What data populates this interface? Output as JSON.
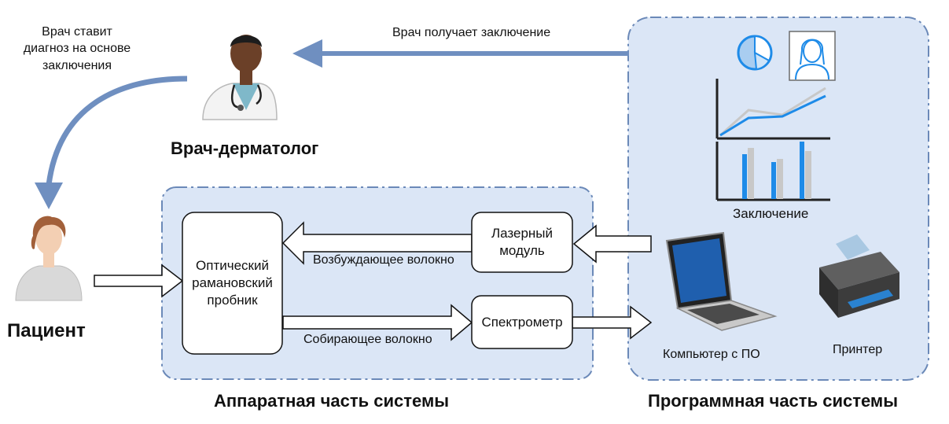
{
  "doctor": {
    "action": "Врач ставит диагноз на основе заключения",
    "action_lines": [
      "Врач ставит",
      "диагноз на основе",
      "заключения"
    ],
    "title": "Врач-дерматолог",
    "receives": "Врач получает заключение"
  },
  "patient": {
    "title": "Пациент"
  },
  "hardware": {
    "title": "Аппаратная часть системы",
    "probe": "Оптический рамановский пробник",
    "probe_lines": [
      "Оптический",
      "рамановский",
      "пробник"
    ],
    "laser": "Лазерный модуль",
    "laser_lines": [
      "Лазерный",
      "модуль"
    ],
    "spectrometer": "Спектрометр",
    "excitation_fiber": "Возбуждающее волокно",
    "collecting_fiber": "Собирающее волокно"
  },
  "software": {
    "title": "Программная часть системы",
    "report": "Заключение",
    "computer": "Компьютер с ПО",
    "printer": "Принтер"
  },
  "colors": {
    "panel_fill": "#dbe6f6",
    "panel_border": "#6b89b8",
    "arrow_blue": "#6f8fc0",
    "chart_blue": "#1e8be8",
    "chart_gray": "#c8c8c8"
  }
}
